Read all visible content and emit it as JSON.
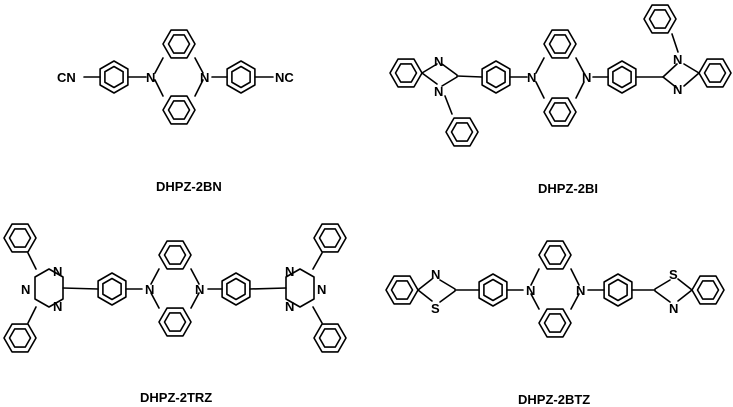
{
  "figure": {
    "colors": {
      "ink": "#000000",
      "background": "#ffffff"
    },
    "molecules": [
      {
        "caption": "DHPZ-2BN",
        "labels": {
          "cn_left": "CN",
          "n_left": "N",
          "n_right": "N",
          "nc_right": "NC"
        }
      },
      {
        "caption": "DHPZ-2BI",
        "labels": {
          "n1_left": "N",
          "n2_left": "N",
          "n_core_left": "N",
          "n_core_right": "N",
          "n1_right": "N",
          "n2_right": "N"
        }
      },
      {
        "caption": "DHPZ-2TRZ",
        "labels": {
          "n1_left": "N",
          "n2_left": "N",
          "n3_left": "N",
          "n_core_left": "N",
          "n_core_right": "N",
          "n1_right": "N",
          "n2_right": "N",
          "n3_right": "N"
        }
      },
      {
        "caption": "DHPZ-2BTZ",
        "labels": {
          "n_left": "N",
          "s_left": "S",
          "n_core_left": "N",
          "n_core_right": "N",
          "s_right": "S",
          "n_right": "N"
        }
      }
    ]
  }
}
